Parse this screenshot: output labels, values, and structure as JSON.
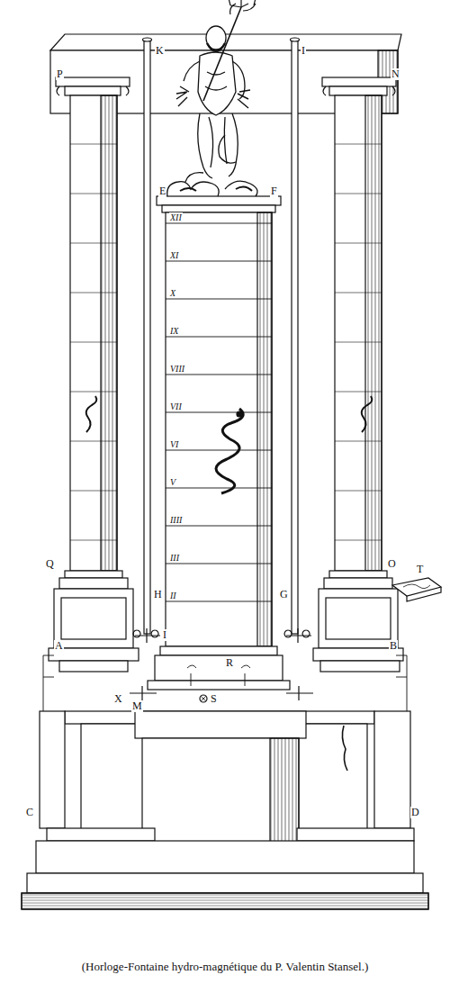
{
  "diagram": {
    "caption": "(Horloge-Fontaine hydro-magnétique du P. Valentin Stansel.)",
    "labels": [
      "K",
      "I",
      "P",
      "N",
      "E",
      "F",
      "XII",
      "XI",
      "X",
      "IX",
      "VIII",
      "VII",
      "VI",
      "V",
      "IIII",
      "III",
      "H",
      "II",
      "G",
      "I",
      "Q",
      "O",
      "T",
      "A",
      "B",
      "R",
      "X",
      "M",
      "S",
      "C",
      "D"
    ]
  }
}
